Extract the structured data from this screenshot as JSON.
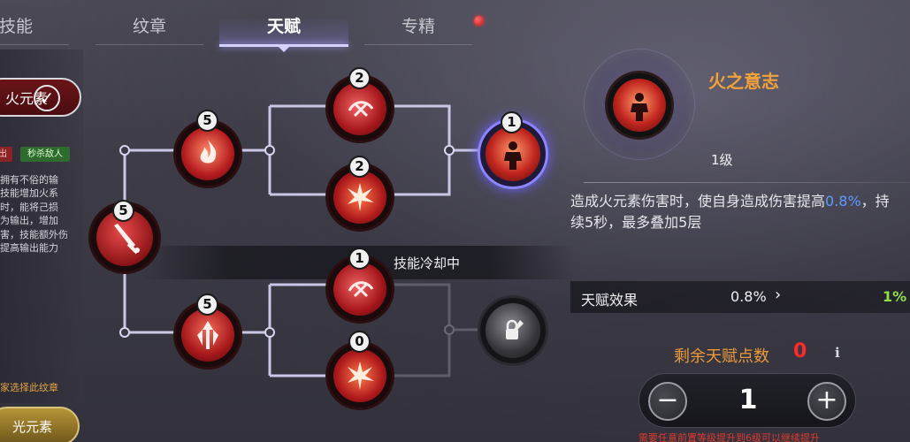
{
  "tabs": [
    {
      "label": "技能",
      "active": false
    },
    {
      "label": "纹章",
      "active": false
    },
    {
      "label": "天赋",
      "active": true
    },
    {
      "label": "专精",
      "active": false
    }
  ],
  "left_panel": {
    "element_label": "火元素",
    "tag_red": "出",
    "tag_green": "秒杀敌人",
    "description": "拥有不俗的输\n技能增加火系\n时，能将己损\n为输出，增加\n害，技能额外伤\n提高输出能力",
    "select_hint": "家选择此纹章",
    "light_label": "光元素"
  },
  "tree": {
    "cooldown_text": "技能冷却中",
    "nodes": [
      {
        "id": "root",
        "level": "5",
        "icon": "sword-icon"
      },
      {
        "id": "top-1",
        "level": "5",
        "icon": "fire-swirl-icon"
      },
      {
        "id": "top-2a",
        "level": "2",
        "icon": "fire-slash-icon"
      },
      {
        "id": "top-2b",
        "level": "2",
        "icon": "fire-burst-icon"
      },
      {
        "id": "top-3",
        "level": "1",
        "icon": "flame-figure-icon"
      },
      {
        "id": "bot-1",
        "level": "5",
        "icon": "arrow-spikes-icon"
      },
      {
        "id": "bot-2a",
        "level": "1",
        "icon": "fire-slash-icon"
      },
      {
        "id": "bot-2b",
        "level": "0",
        "icon": "fire-burst-icon"
      },
      {
        "id": "bot-3",
        "level": "",
        "icon": "locked-skill-icon"
      }
    ]
  },
  "detail": {
    "title": "火之意志",
    "level": "1级",
    "desc_line1_pre": "造成火元素伤害时，使自身造成伤害提高",
    "desc_line1_value": "0.8%",
    "desc_line1_post": "，持",
    "desc_line2": "续5秒，最多叠加5层",
    "effect_label": "天赋效果",
    "effect_current": "0.8%",
    "effect_arrow": "›",
    "effect_next": "1%"
  },
  "points": {
    "remaining_label": "剩余天赋点数",
    "remaining_value": "0",
    "info": "i",
    "minus": "−",
    "plus": "+",
    "step_value": "1",
    "hint": "需要任意前置等级提升到6级可以继续提升"
  },
  "colors": {
    "accent_orange": "#f2a23a",
    "highlight_blue": "#5d9bff",
    "effect_green": "#8ee04a",
    "alert_red": "#ff2a2a",
    "active_tab": "#d6d2ff"
  }
}
